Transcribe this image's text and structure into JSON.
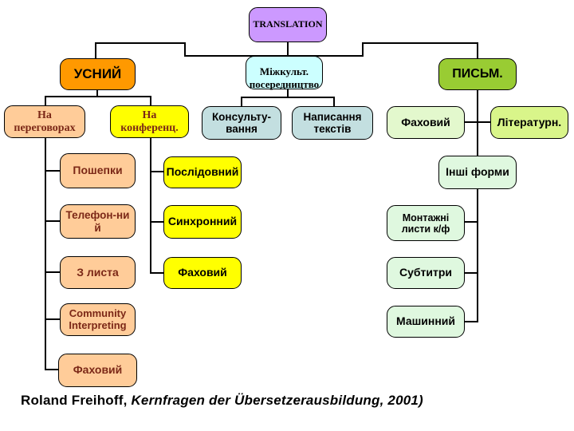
{
  "title": "TRANSLATION typology diagram",
  "nodes": {
    "translation": {
      "label": "TRANSLATION"
    },
    "usnyi": {
      "label": "УСНИЙ"
    },
    "mizhkult": {
      "label": "Міжкульт.\nпосередництво"
    },
    "pysm": {
      "label": "ПИСЬМ."
    },
    "na_peregovorakh": {
      "label": "На\nпереговорах"
    },
    "na_konferents": {
      "label": "На\nконференц."
    },
    "konsultuvannia": {
      "label": "Консульту-\nвання"
    },
    "napysannia": {
      "label": "Написання\nтекстів"
    },
    "fakhovyi_pysm": {
      "label": "Фаховий"
    },
    "literaturn": {
      "label": "Літературн."
    },
    "poshepky": {
      "label": "Пошепки"
    },
    "telefonnyi": {
      "label": "Телефон-ни\nй"
    },
    "z_lysta": {
      "label": "З листа"
    },
    "community": {
      "label": "Community\nInterpreting"
    },
    "fakhovyi_usnyi": {
      "label": "Фаховий"
    },
    "poslidovnyi": {
      "label": "Послідовний"
    },
    "synkhronnyi": {
      "label": "Синхронний"
    },
    "fakhovyi_konf": {
      "label": "Фаховий"
    },
    "inshi_formy": {
      "label": "Інші форми"
    },
    "montazhni": {
      "label": "Монтажні\nлисти к/ф"
    },
    "subtytry": {
      "label": "Субтитри"
    },
    "mashynnyi": {
      "label": "Машинний"
    }
  },
  "hierarchy": {
    "TRANSLATION": [
      "УСНИЙ",
      "Міжкульт. посередництво",
      "ПИСЬМ."
    ],
    "УСНИЙ": [
      "На переговорах",
      "На конференц."
    ],
    "Міжкульт. посередництво": [
      "Консульту-вання",
      "Написання текстів"
    ],
    "ПИСЬМ.": [
      "Фаховий",
      "Літературн.",
      "Інші форми"
    ],
    "На переговорах": [
      "Пошепки",
      "Телефон-ний",
      "З листа",
      "Community Interpreting",
      "Фаховий"
    ],
    "На конференц.": [
      "Послідовний",
      "Синхронний",
      "Фаховий"
    ],
    "Інші форми": [
      "Монтажні листи к/ф",
      "Субтитри",
      "Машинний"
    ]
  },
  "caption": {
    "author": "Roland Freihoff, ",
    "work": "Kernfragen der Übersetzerausbildung, 2001)"
  },
  "colors": {
    "root_fill": "#cc99ff",
    "oral_fill": "#ff9900",
    "intercultural_fill": "#ccffff",
    "written_fill": "#99cc33",
    "peach_fill": "#ffcc99",
    "yellow_fill": "#ffff00",
    "bluegray_fill": "#c3dfe0",
    "palegreen_fill": "#e3f8cd",
    "yellowgreen_fill": "#d9f58a",
    "mint_fill": "#dff8df",
    "maroon_text": "#7b2817",
    "line_color": "#000000"
  }
}
